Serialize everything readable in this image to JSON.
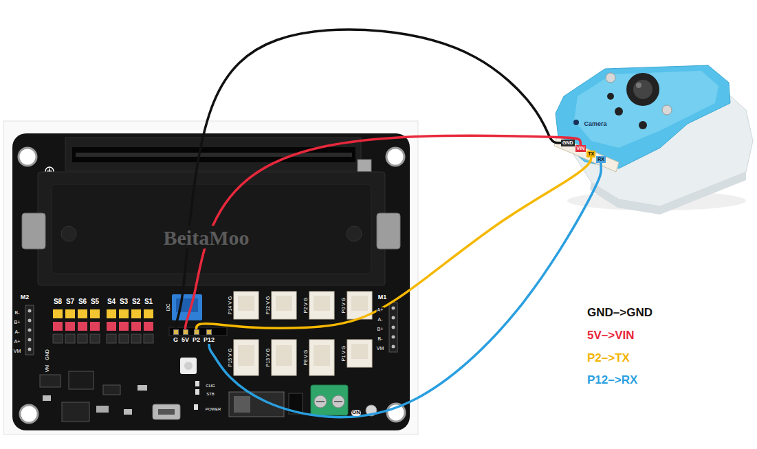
{
  "diagram": {
    "nodes": [
      {
        "text": [
          "G"
        ]
      },
      {
        "text": [
          "5V"
        ]
      },
      {
        "text": [
          "P2"
        ]
      },
      {
        "text": [
          "P12"
        ]
      },
      {
        "text": [
          "GND"
        ]
      },
      {
        "text": [
          "VIN"
        ]
      },
      {
        "text": [
          "TX"
        ]
      },
      {
        "text": [
          "RX"
        ]
      }
    ],
    "edges": [
      {
        "from": 0,
        "to": 4,
        "arrow": "none"
      },
      {
        "from": 1,
        "to": 5,
        "arrow": "none"
      },
      {
        "from": 2,
        "to": 6,
        "arrow": "none"
      },
      {
        "from": 3,
        "to": 7,
        "arrow": "none"
      }
    ],
    "labels": [
      "BeitaMoo",
      "M2",
      "B-",
      "B+",
      "A-",
      "A+",
      "VM",
      "S8",
      "S7",
      "S6",
      "S5",
      "S4",
      "S3",
      "S2",
      "S1",
      "GND",
      "VM",
      "I2C",
      "P14 V G",
      "P12 V G",
      "P2 V G",
      "P0 V G",
      "P15 V G",
      "P13 V G",
      "P8 V G",
      "P1 V G",
      "M1",
      "A+",
      "A-",
      "B+",
      "B-",
      "VM",
      "CHG",
      "STB",
      "POWER",
      "ON",
      "Camera",
      "GND–>GND",
      "5V–>VIN",
      "P2–>TX",
      "P12–>RX"
    ]
  }
}
